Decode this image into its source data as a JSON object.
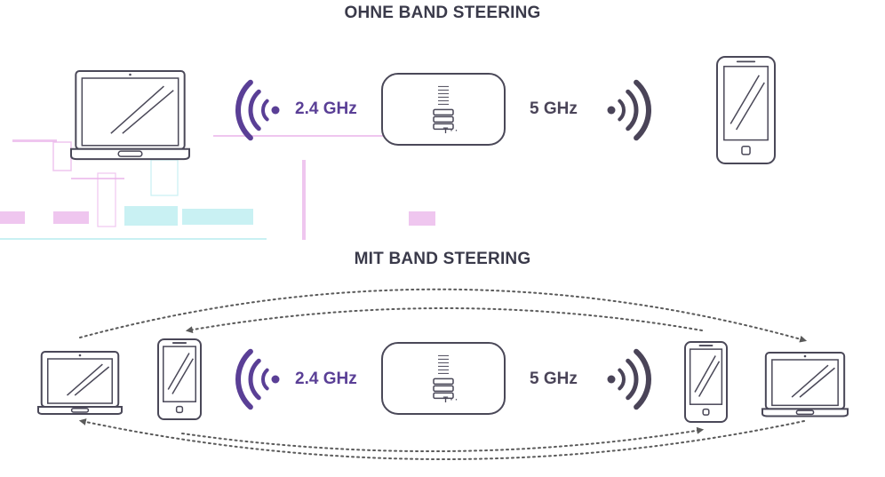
{
  "sections": {
    "without": {
      "title": "OHNE BAND STEERING",
      "band_24_label": "2.4 GHz",
      "band_5_label": "5 GHz"
    },
    "with": {
      "title": "MIT BAND STEERING",
      "band_24_label": "2.4 GHz",
      "band_5_label": "5 GHz"
    }
  },
  "router_brand_mark": "T · ·",
  "colors": {
    "text": "#3a3a4a",
    "band_24": "#5a3f96",
    "band_5": "#4a4458",
    "device_stroke": "#4a4858",
    "dotted_arrow": "#5a5a5a",
    "artifact_pink": "#e9b3ea",
    "artifact_cyan": "#b7ecef"
  },
  "icons": {
    "laptop": "laptop-icon",
    "phone": "smartphone-icon",
    "router": "router-icon",
    "wifi_waves": "wifi-waves-icon"
  }
}
